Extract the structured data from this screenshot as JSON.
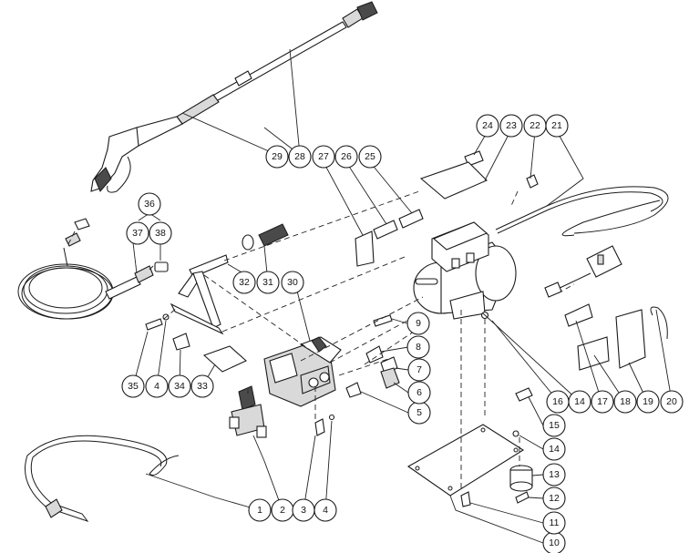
{
  "diagram": {
    "type": "exploded-parts-diagram",
    "callouts": {
      "c1": "1",
      "c2": "2",
      "c3": "3",
      "c4a": "4",
      "c4b": "4",
      "c5": "5",
      "c6": "6",
      "c7": "7",
      "c8": "8",
      "c9": "9",
      "c10": "10",
      "c11": "11",
      "c12": "12",
      "c13": "13",
      "c14a": "14",
      "c14b": "14",
      "c15": "15",
      "c16": "16",
      "c17": "17",
      "c18": "18",
      "c19": "19",
      "c20": "20",
      "c21": "21",
      "c22": "22",
      "c23": "23",
      "c24": "24",
      "c25": "25",
      "c26": "26",
      "c27": "27",
      "c28": "28",
      "c29": "29",
      "c30": "30",
      "c31": "31",
      "c32": "32",
      "c33": "33",
      "c34": "34",
      "c35": "35",
      "c36": "36",
      "c37": "37",
      "c38": "38"
    }
  }
}
